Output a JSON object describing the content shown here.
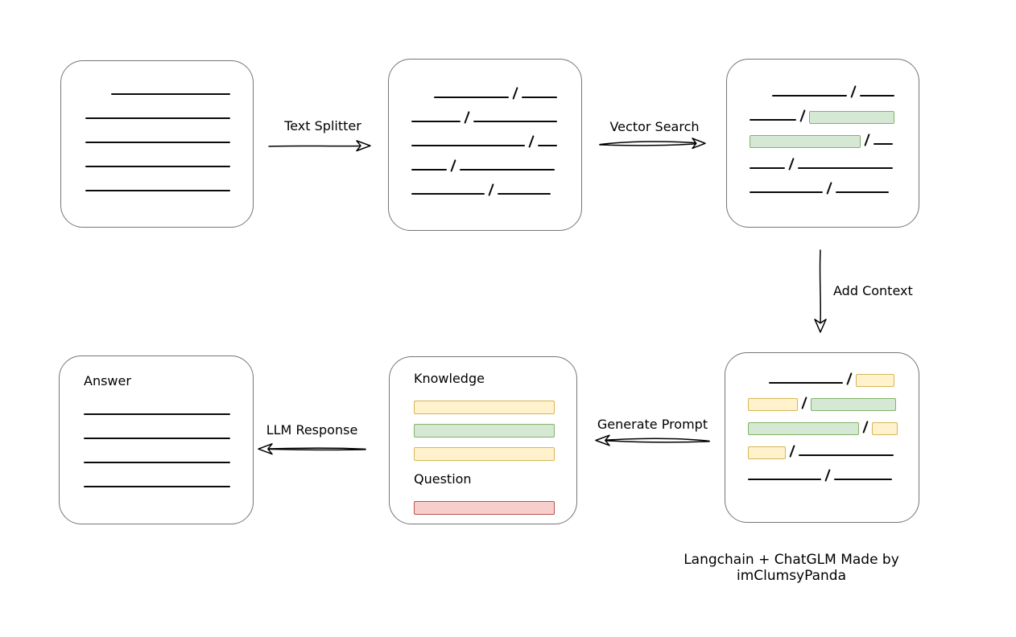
{
  "colors": {
    "box_border": "#757575",
    "line": "#0a0a0a",
    "green_fill": "#d5e8d4",
    "green_border": "#82b366",
    "yellow_fill": "#fff2cc",
    "yellow_border": "#d6b656",
    "red_fill": "#f8cecc",
    "red_border": "#b85450"
  },
  "caption": "Langchain + ChatGLM Made by imClumsyPanda",
  "arrows": {
    "text_splitter": {
      "label": "Text Splitter"
    },
    "vector_search": {
      "label": "Vector Search"
    },
    "add_context": {
      "label": "Add Context"
    },
    "generate_prompt": {
      "label": "Generate Prompt"
    },
    "llm_response": {
      "label": "LLM Response"
    }
  },
  "boxes": {
    "document": {
      "rows": [
        [
          {
            "t": "gap",
            "w": 32
          },
          {
            "t": "line"
          }
        ],
        [
          {
            "t": "line"
          }
        ],
        [
          {
            "t": "line"
          }
        ],
        [
          {
            "t": "line"
          }
        ],
        [
          {
            "t": "line"
          }
        ]
      ]
    },
    "chunks": {
      "rows": [
        [
          {
            "t": "gap",
            "w": 28
          },
          {
            "t": "line",
            "w": 94
          },
          {
            "t": "slash"
          },
          {
            "t": "line",
            "w": 44
          }
        ],
        [
          {
            "t": "line",
            "w": 61
          },
          {
            "t": "slash"
          },
          {
            "t": "line",
            "w": 104
          }
        ],
        [
          {
            "t": "line",
            "w": 141
          },
          {
            "t": "slash"
          },
          {
            "t": "line",
            "w": 24
          }
        ],
        [
          {
            "t": "line",
            "w": 44
          },
          {
            "t": "slash"
          },
          {
            "t": "line",
            "w": 118
          }
        ],
        [
          {
            "t": "line",
            "w": 91
          },
          {
            "t": "slash"
          },
          {
            "t": "line",
            "w": 66
          }
        ]
      ]
    },
    "matched": {
      "rows": [
        [
          {
            "t": "gap",
            "w": 28
          },
          {
            "t": "line",
            "w": 94
          },
          {
            "t": "slash"
          },
          {
            "t": "line",
            "w": 44
          }
        ],
        [
          {
            "t": "line",
            "w": 61
          },
          {
            "t": "slash"
          },
          {
            "t": "bar",
            "c": "green",
            "w": 106
          }
        ],
        [
          {
            "t": "bar",
            "c": "green",
            "w": 138
          },
          {
            "t": "slash"
          },
          {
            "t": "line",
            "w": 24
          }
        ],
        [
          {
            "t": "line",
            "w": 44
          },
          {
            "t": "slash"
          },
          {
            "t": "line",
            "w": 118
          }
        ],
        [
          {
            "t": "line",
            "w": 91
          },
          {
            "t": "slash"
          },
          {
            "t": "line",
            "w": 66
          }
        ]
      ]
    },
    "context": {
      "rows": [
        [
          {
            "t": "gap",
            "w": 26
          },
          {
            "t": "line",
            "w": 94
          },
          {
            "t": "slash"
          },
          {
            "t": "bar",
            "c": "yellow",
            "w": 48
          }
        ],
        [
          {
            "t": "bar",
            "c": "yellow",
            "w": 62
          },
          {
            "t": "slash"
          },
          {
            "t": "bar",
            "c": "green",
            "w": 106
          }
        ],
        [
          {
            "t": "bar",
            "c": "green",
            "w": 138
          },
          {
            "t": "slash"
          },
          {
            "t": "bar",
            "c": "yellow",
            "w": 32
          }
        ],
        [
          {
            "t": "bar",
            "c": "yellow",
            "w": 47
          },
          {
            "t": "slash"
          },
          {
            "t": "line",
            "w": 118
          }
        ],
        [
          {
            "t": "line",
            "w": 91
          },
          {
            "t": "slash"
          },
          {
            "t": "line",
            "w": 72
          }
        ]
      ]
    },
    "prompt": {
      "rows": [
        [
          {
            "t": "text",
            "v": "Knowledge"
          }
        ],
        [
          {
            "t": "bar",
            "c": "yellow"
          }
        ],
        [
          {
            "t": "bar",
            "c": "green"
          }
        ],
        [
          {
            "t": "bar",
            "c": "yellow"
          }
        ],
        [
          {
            "t": "text",
            "v": "Question",
            "mt": 6
          }
        ],
        [
          {
            "t": "bar",
            "c": "red"
          }
        ]
      ]
    },
    "answer": {
      "rows": [
        [
          {
            "t": "text",
            "v": "Answer"
          }
        ],
        [
          {
            "t": "line"
          }
        ],
        [
          {
            "t": "line"
          }
        ],
        [
          {
            "t": "line"
          }
        ],
        [
          {
            "t": "line"
          }
        ]
      ]
    }
  }
}
